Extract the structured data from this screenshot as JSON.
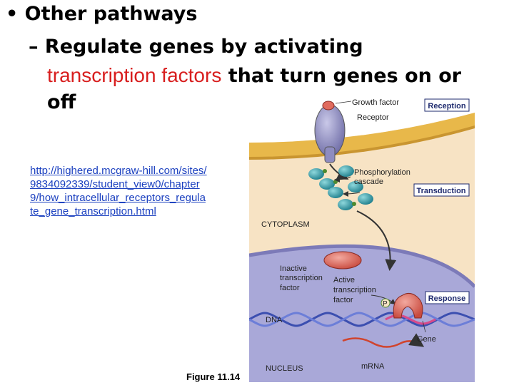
{
  "slide": {
    "bullet": "• Other pathways",
    "sub_prefix": "– Regulate genes by activating",
    "sub_red": "transcription factors",
    "sub_rest": " that turn genes on or",
    "sub_last": "off",
    "link": "http://highered.mcgraw-hill.com/sites/9834092339/student_view0/chapter9/how_intracellular_receptors_regulate_gene_transcription.html",
    "figure_caption": "Figure 11.14"
  },
  "diagram": {
    "growth_factor": "Growth factor",
    "receptor": "Receptor",
    "phospho_1": "Phosphorylation",
    "phospho_2": "cascade",
    "cytoplasm": "CYTOPLASM",
    "inactive_1": "Inactive",
    "inactive_2": "transcription",
    "inactive_3": "factor",
    "active_1": "Active",
    "active_2": "transcription",
    "active_3": "factor",
    "p_label": "P",
    "dna": "DNA",
    "gene": "Gene",
    "nucleus": "NUCLEUS",
    "mrna": "mRNA",
    "stages": [
      "Reception",
      "Transduction",
      "Response"
    ]
  },
  "colors": {
    "extracellular": "#ffffff",
    "membrane": "#e8b84a",
    "cytoplasm": "#f7e3c4",
    "nucleus": "#a9a8d8",
    "receptor": "#8e8cc0",
    "cascade": "#2f9aa6",
    "transcription_factor": "#e06b5e",
    "red_text": "#d81e1e"
  }
}
